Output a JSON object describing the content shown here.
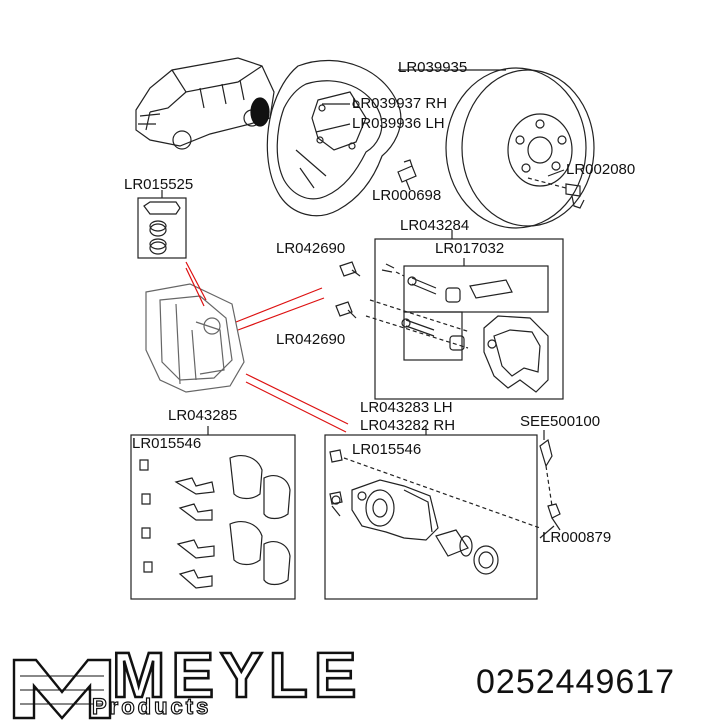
{
  "labels": {
    "disc": "LR039935",
    "shield_rh": "LR039937 RH",
    "shield_lh": "LR039936 LH",
    "disc_bolt": "LR002080",
    "shield_bolt": "LR000698",
    "pad_kit": "LR015525",
    "carrier_kit": "LR043284",
    "guide_pin_upper": "LR042690",
    "guide_kit": "LR017032",
    "guide_pin_lower": "LR042690",
    "pad_set": "LR043285",
    "caliper_lh": "LR043283 LH",
    "caliper_rh": "LR043282 RH",
    "see_ref": "SEE500100",
    "bleed_left": "LR015546",
    "bleed_right": "LR015546",
    "bleed_cap": "LR000879"
  },
  "brand": {
    "name": "MEYLE",
    "sub": "Products"
  },
  "part_number": "0252449617"
}
